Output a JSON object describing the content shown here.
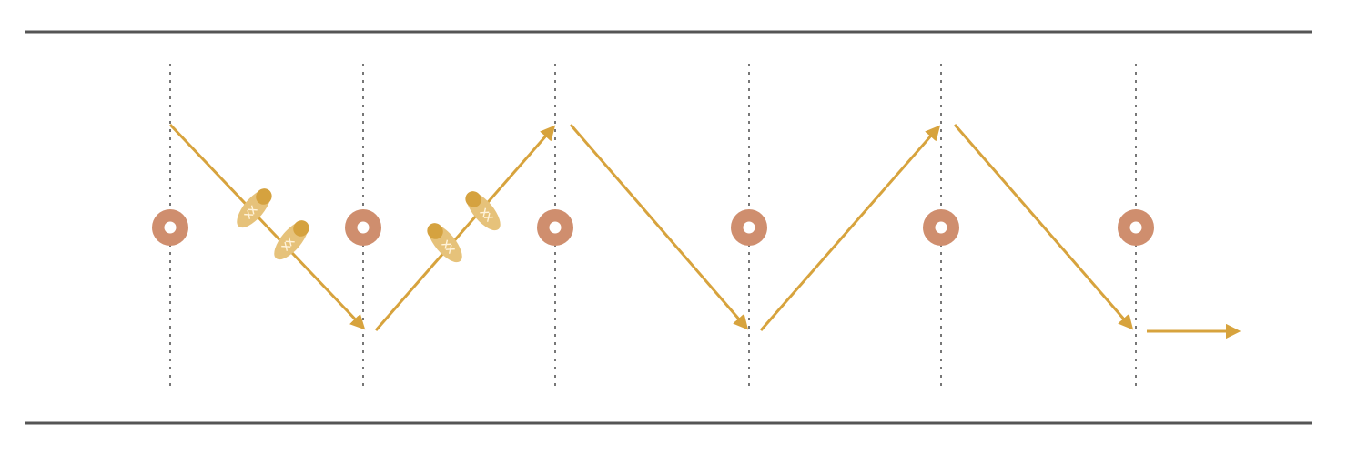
{
  "diagram": {
    "type": "zigzag-drill-pattern",
    "colors": {
      "rail": "#555555",
      "guide_line": "#777777",
      "cone_outer": "#cf8e6e",
      "cone_inner": "#ffffff",
      "path": "#d7a33d",
      "footprint_fill": "#e6c27a",
      "footprint_heel": "#d5a23f",
      "footprint_mark": "#fff3da",
      "background": "#ffffff"
    },
    "cones": [
      {
        "id": "cone-1"
      },
      {
        "id": "cone-2"
      },
      {
        "id": "cone-3"
      },
      {
        "id": "cone-4"
      },
      {
        "id": "cone-5"
      },
      {
        "id": "cone-6"
      }
    ],
    "path_segments": [
      {
        "id": "seg-1",
        "arrowhead": true
      },
      {
        "id": "seg-2",
        "arrowhead": true
      },
      {
        "id": "seg-3",
        "arrowhead": true
      },
      {
        "id": "seg-4",
        "arrowhead": true
      },
      {
        "id": "seg-5",
        "arrowhead": true
      },
      {
        "id": "seg-6",
        "arrowhead": true
      },
      {
        "id": "seg-exit",
        "arrowhead": true
      }
    ],
    "footprints": [
      {
        "id": "footprint-1",
        "icon": "shoe-print-icon"
      },
      {
        "id": "footprint-2",
        "icon": "shoe-print-icon"
      },
      {
        "id": "footprint-3",
        "icon": "shoe-print-icon"
      },
      {
        "id": "footprint-4",
        "icon": "shoe-print-icon"
      }
    ]
  }
}
